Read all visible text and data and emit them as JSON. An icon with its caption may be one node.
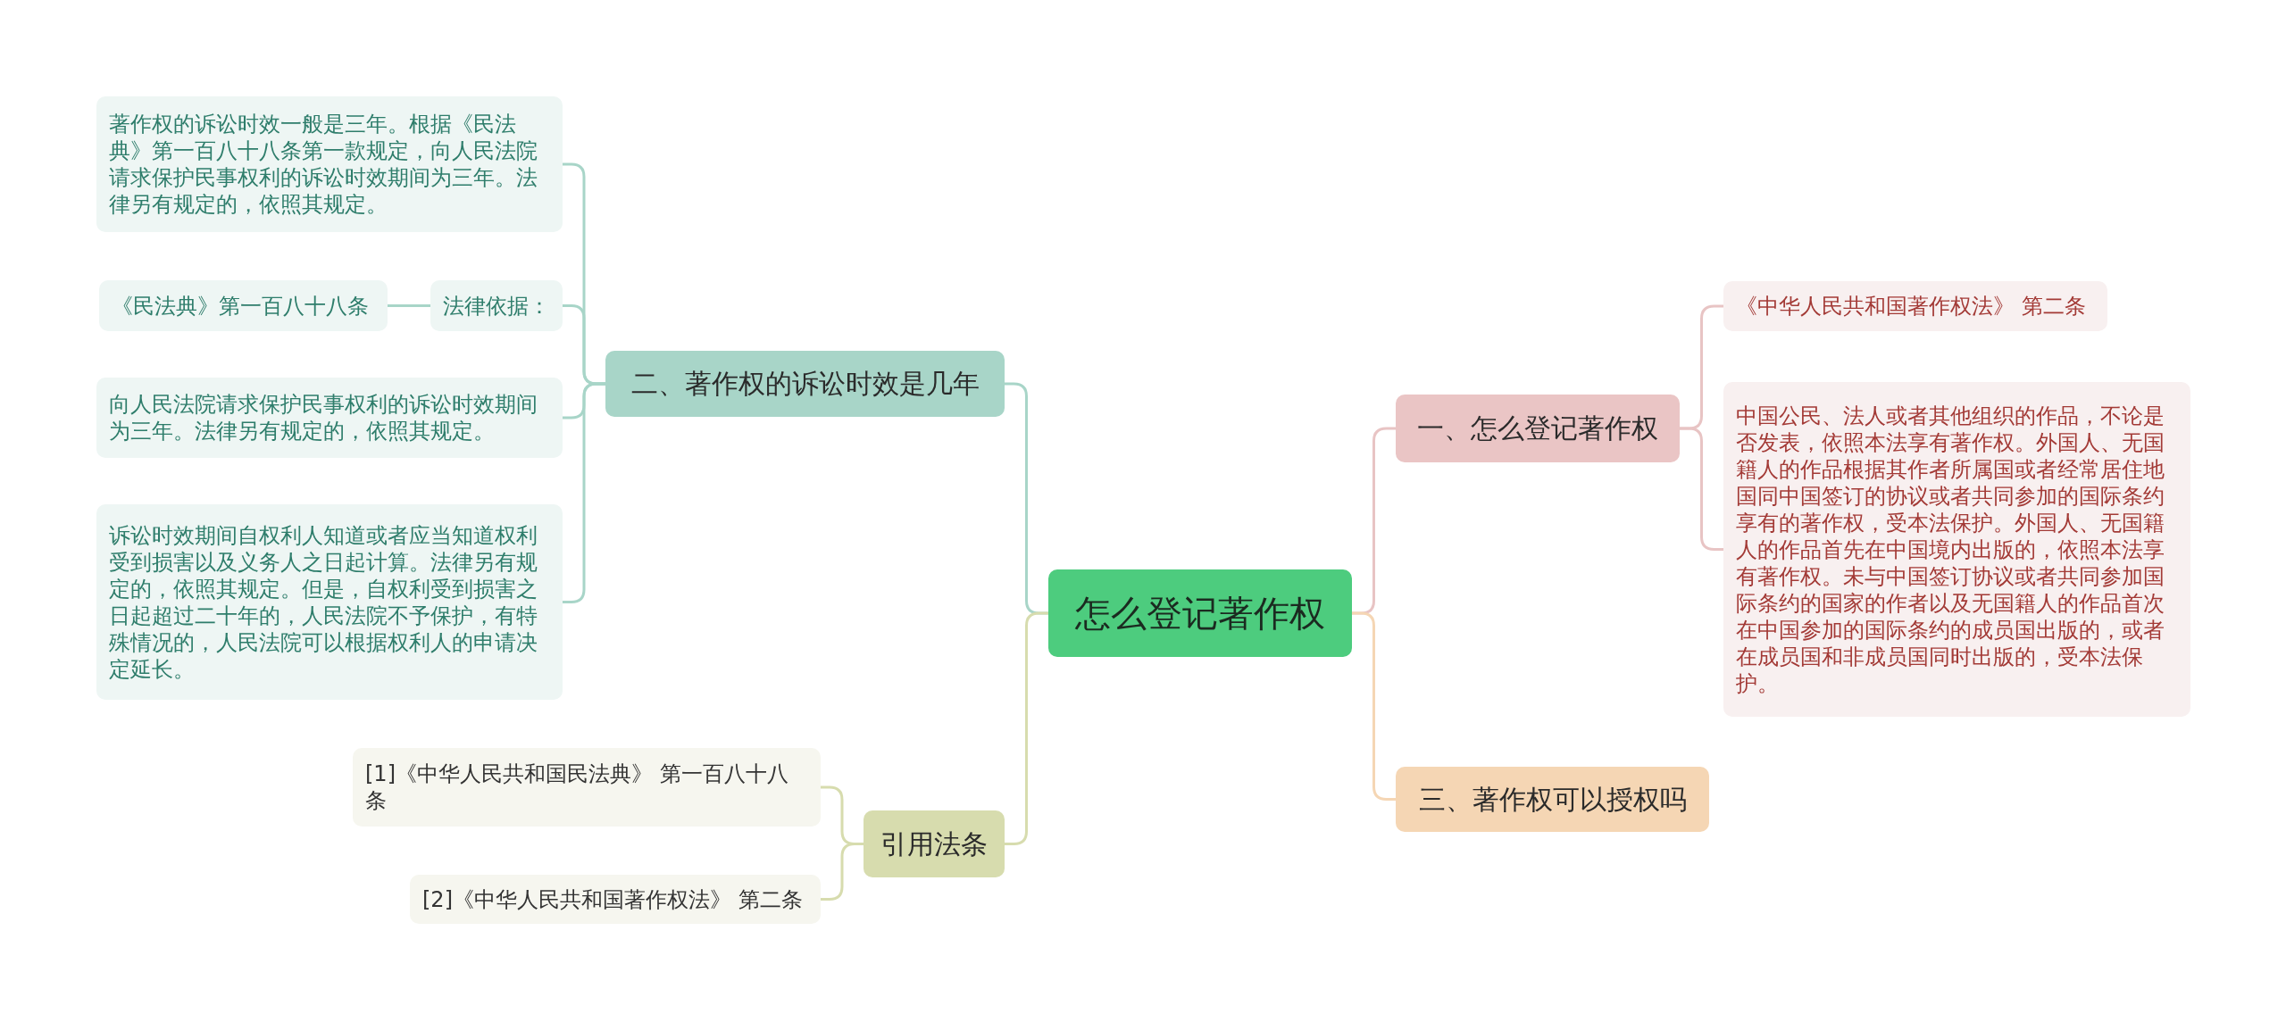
{
  "diagram": {
    "nodes": [
      {
        "text": [
          "怎么登记著作权"
        ]
      },
      {
        "text": [
          "一、怎么登记著作权"
        ]
      },
      {
        "text": [
          "《中华人民共和国著作权法》 第二条"
        ]
      },
      {
        "text": [
          "中国公民、法人或者其他组织的作品，不论是否发表，依照本法享有著作权。外国人、无国籍人的作品根据其作者所属国或者经常居住地国同中国签订的协议或者共同参加的国际条约享有的著作权，受本法保护。外国人、无国籍人的作品首先在中国境内出版的，依照本法享有著作权。未与中国签订协议或者共同参加国际条约的国家的作者以及无国籍人的作品首次在中国参加的国际条约的成员国出版的，或者在成员国和非成员国同时出版的，受本法保护。"
        ]
      },
      {
        "text": [
          "三、著作权可以授权吗"
        ]
      },
      {
        "text": [
          "二、著作权的诉讼时效是几年"
        ]
      },
      {
        "text": [
          "著作权的诉讼时效一般是三年。根据《民法典》第一百八十八条第一款规定，向人民法院请求保护民事权利的诉讼时效期间为三年。法律另有规定的，依照其规定。"
        ]
      },
      {
        "text": [
          "法律依据："
        ]
      },
      {
        "text": [
          "《民法典》第一百八十八条"
        ]
      },
      {
        "text": [
          "向人民法院请求保护民事权利的诉讼时效期间为三年。法律另有规定的，依照其规定。"
        ]
      },
      {
        "text": [
          "诉讼时效期间自权利人知道或者应当知道权利受到损害以及义务人之日起计算。法律另有规定的，依照其规定。但是，自权利受到损害之日起超过二十年的，人民法院不予保护，有特殊情况的，人民法院可以根据权利人的申请决定延长。"
        ]
      },
      {
        "text": [
          "引用法条"
        ]
      },
      {
        "text": [
          "[1]《中华人民共和国民法典》 第一百八十八条"
        ]
      },
      {
        "text": [
          "[2]《中华人民共和国著作权法》 第二条"
        ]
      }
    ],
    "edges": [
      {
        "from": 0,
        "to": 1,
        "arrow": "none",
        "color": "#e8c4c4"
      },
      {
        "from": 1,
        "to": 2,
        "arrow": "none",
        "color": "#e8c4c4"
      },
      {
        "from": 1,
        "to": 3,
        "arrow": "none",
        "color": "#e8c4c4"
      },
      {
        "from": 0,
        "to": 4,
        "arrow": "none",
        "color": "#f5d6b4"
      },
      {
        "from": 0,
        "to": 5,
        "arrow": "none"
      },
      {
        "from": 5,
        "to": 6,
        "arrow": "none"
      },
      {
        "from": 5,
        "to": 7,
        "arrow": "none"
      },
      {
        "from": 7,
        "to": 8,
        "arrow": "none"
      },
      {
        "from": 5,
        "to": 9,
        "arrow": "none"
      },
      {
        "from": 5,
        "to": 10,
        "arrow": "none"
      },
      {
        "from": 0,
        "to": 11,
        "arrow": "none",
        "color": "#d7dcae"
      },
      {
        "from": 11,
        "to": 12,
        "arrow": "none",
        "color": "#d7dcae"
      },
      {
        "from": 11,
        "to": 13,
        "arrow": "none",
        "color": "#d7dcae"
      }
    ]
  }
}
